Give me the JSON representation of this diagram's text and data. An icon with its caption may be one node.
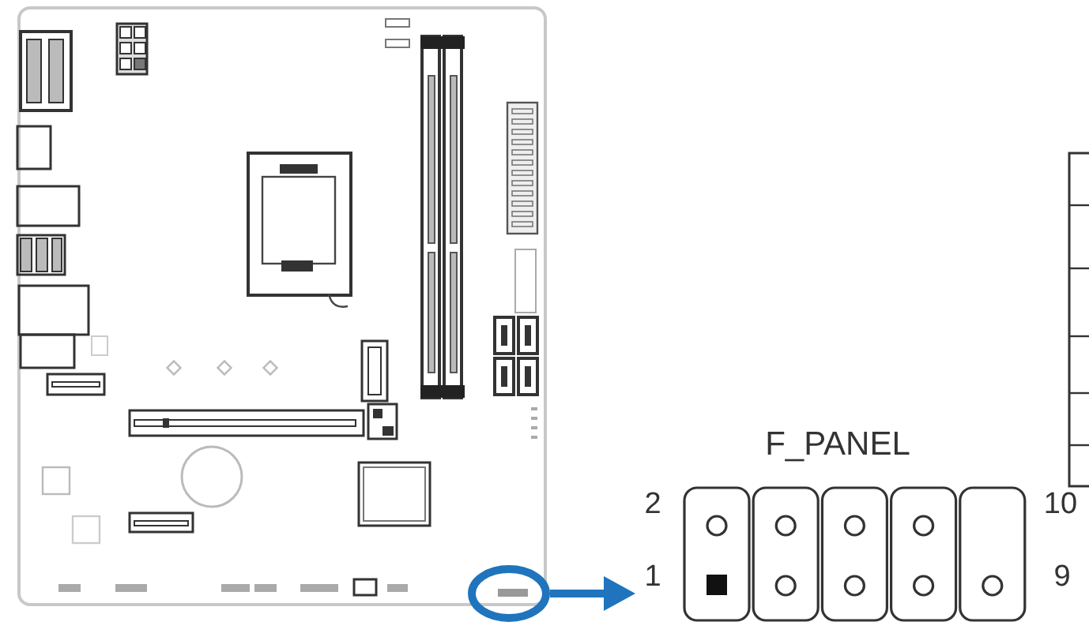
{
  "diagram": {
    "nodes": [
      {
        "text": [],
        "shape": "circle"
      },
      {
        "text": [
          "F_PANEL"
        ],
        "beside": [
          "2",
          "10",
          "1",
          "9"
        ]
      }
    ],
    "edges": [
      {
        "from": 0,
        "to": 1,
        "arrow": "to",
        "color": "#1f74bd"
      }
    ]
  }
}
